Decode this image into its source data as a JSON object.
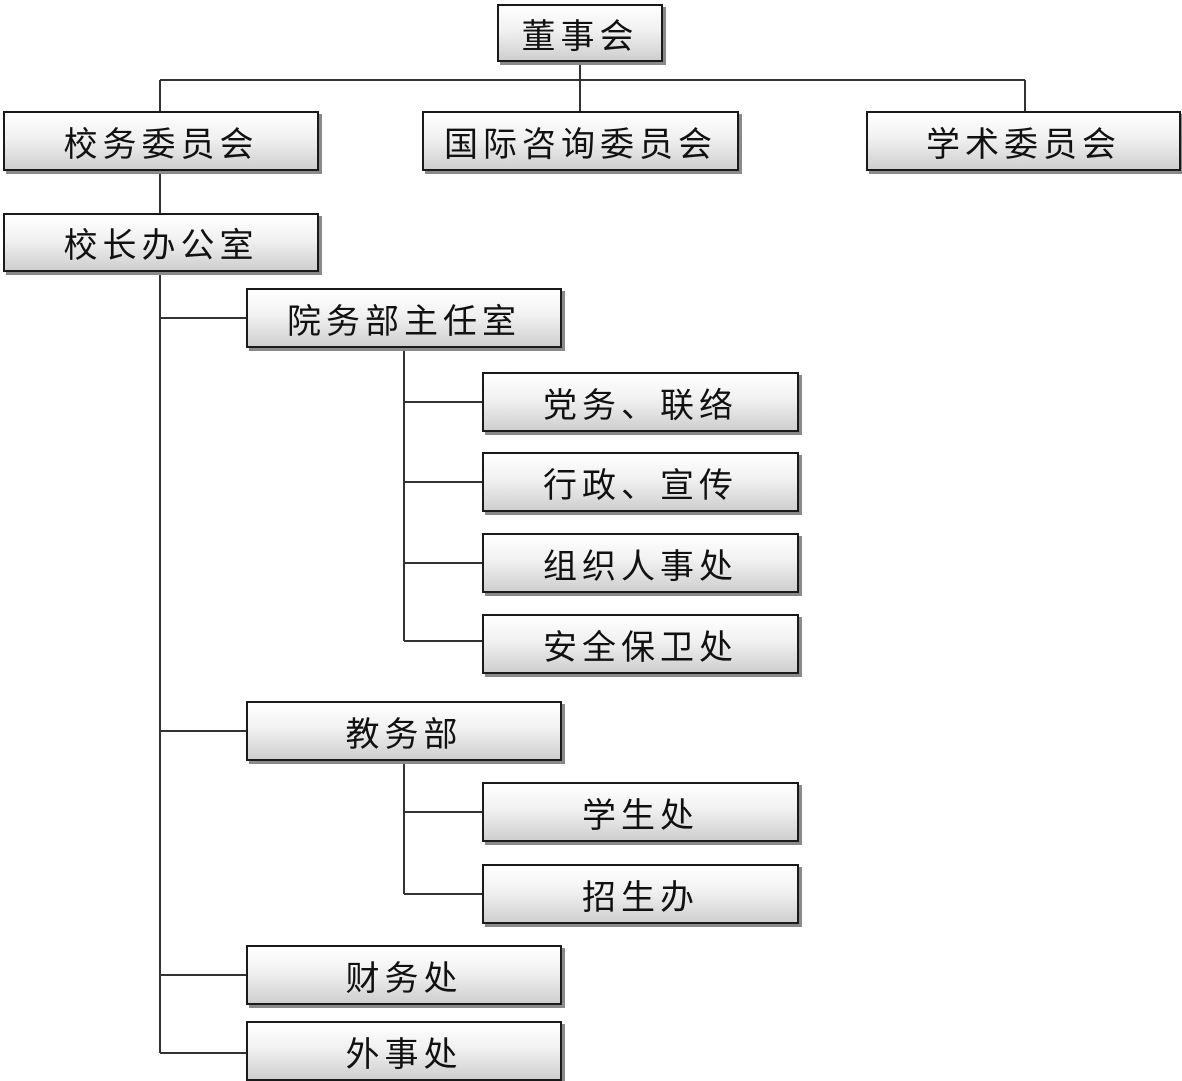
{
  "org_chart": {
    "board": "董事会",
    "board_children": {
      "school_affairs_committee": "校务委员会",
      "intl_advisory_committee": "国际咨询委员会",
      "academic_committee": "学术委员会"
    },
    "president_office": "校长办公室",
    "director_office": {
      "label": "院务部主任室",
      "children": {
        "party": "党务、联络",
        "admin": "行政、宣传",
        "personnel": "组织人事处",
        "security": "安全保卫处"
      }
    },
    "academic_affairs": {
      "label": "教务部",
      "children": {
        "students": "学生处",
        "admissions": "招生办"
      }
    },
    "finance": "财务处",
    "foreign_affairs": "外事处"
  }
}
